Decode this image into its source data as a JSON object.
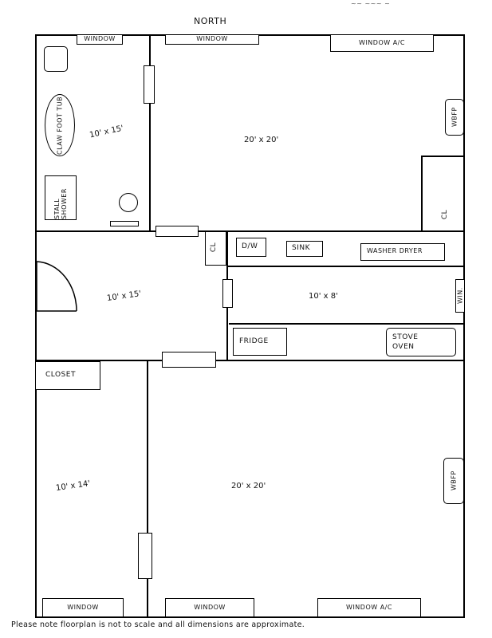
{
  "header": {
    "corner_text": "~~ ~~~ ~"
  },
  "compass": {
    "north": "NORTH"
  },
  "rooms": {
    "bathroom": {
      "dim": "10' x 15'"
    },
    "great_room": {
      "dim": "20' x 20'"
    },
    "front_room": {
      "dim": "10' x 15'"
    },
    "kitchen": {
      "dim": "10' x 8'"
    },
    "bedroom_sw": {
      "dim": "10' x 14'"
    },
    "living_se": {
      "dim": "20' x 20'"
    }
  },
  "windows": {
    "north_1": "WINDOW",
    "north_2": "WINDOW",
    "north_3": "WINDOW  A/C",
    "south_1": "WINDOW",
    "south_2": "WINDOW",
    "south_3": "WINDOW  A/C",
    "kitchen_east": "WIN."
  },
  "fixtures": {
    "clawfoot_tub": "CLAW FOOT TUB",
    "stall_shower": "STALL SHOWER",
    "wbfp_ne": "WBFP",
    "wbfp_se": "WBFP",
    "closet_ne": "CL",
    "closet_hall": "CL",
    "dishwasher": "D/W",
    "sink": "SINK",
    "washer_dryer": "WASHER DRYER",
    "fridge": "FRIDGE",
    "stove_oven": "STOVE OVEN",
    "closet": "CLOSET"
  },
  "footer": {
    "note": "Please note floorplan is not to scale and all dimensions are approximate."
  }
}
